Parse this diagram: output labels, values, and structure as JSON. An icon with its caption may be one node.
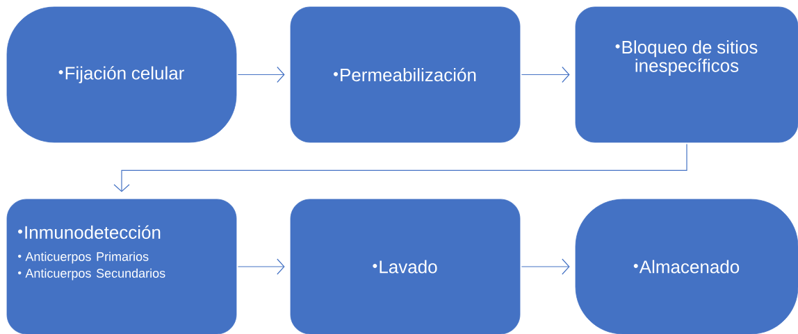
{
  "diagram": {
    "nodes": [
      {
        "text": [
          "Fijación celular"
        ]
      },
      {
        "text": [
          "Permeabilización"
        ]
      },
      {
        "text": [
          "Bloqueo de sitios inespecíficos"
        ]
      },
      {
        "text": [
          "Inmunodetección",
          "Anticuerpos Primarios",
          "Anticuerpos Secundarios"
        ]
      },
      {
        "text": [
          "Lavado"
        ]
      },
      {
        "text": [
          "Almacenado"
        ]
      }
    ],
    "edges": [
      {
        "from": 0,
        "to": 1,
        "arrow": "to"
      },
      {
        "from": 1,
        "to": 2,
        "arrow": "to"
      },
      {
        "from": 2,
        "to": 3,
        "arrow": "to"
      },
      {
        "from": 3,
        "to": 4,
        "arrow": "to"
      },
      {
        "from": 4,
        "to": 5,
        "arrow": "to"
      }
    ]
  }
}
